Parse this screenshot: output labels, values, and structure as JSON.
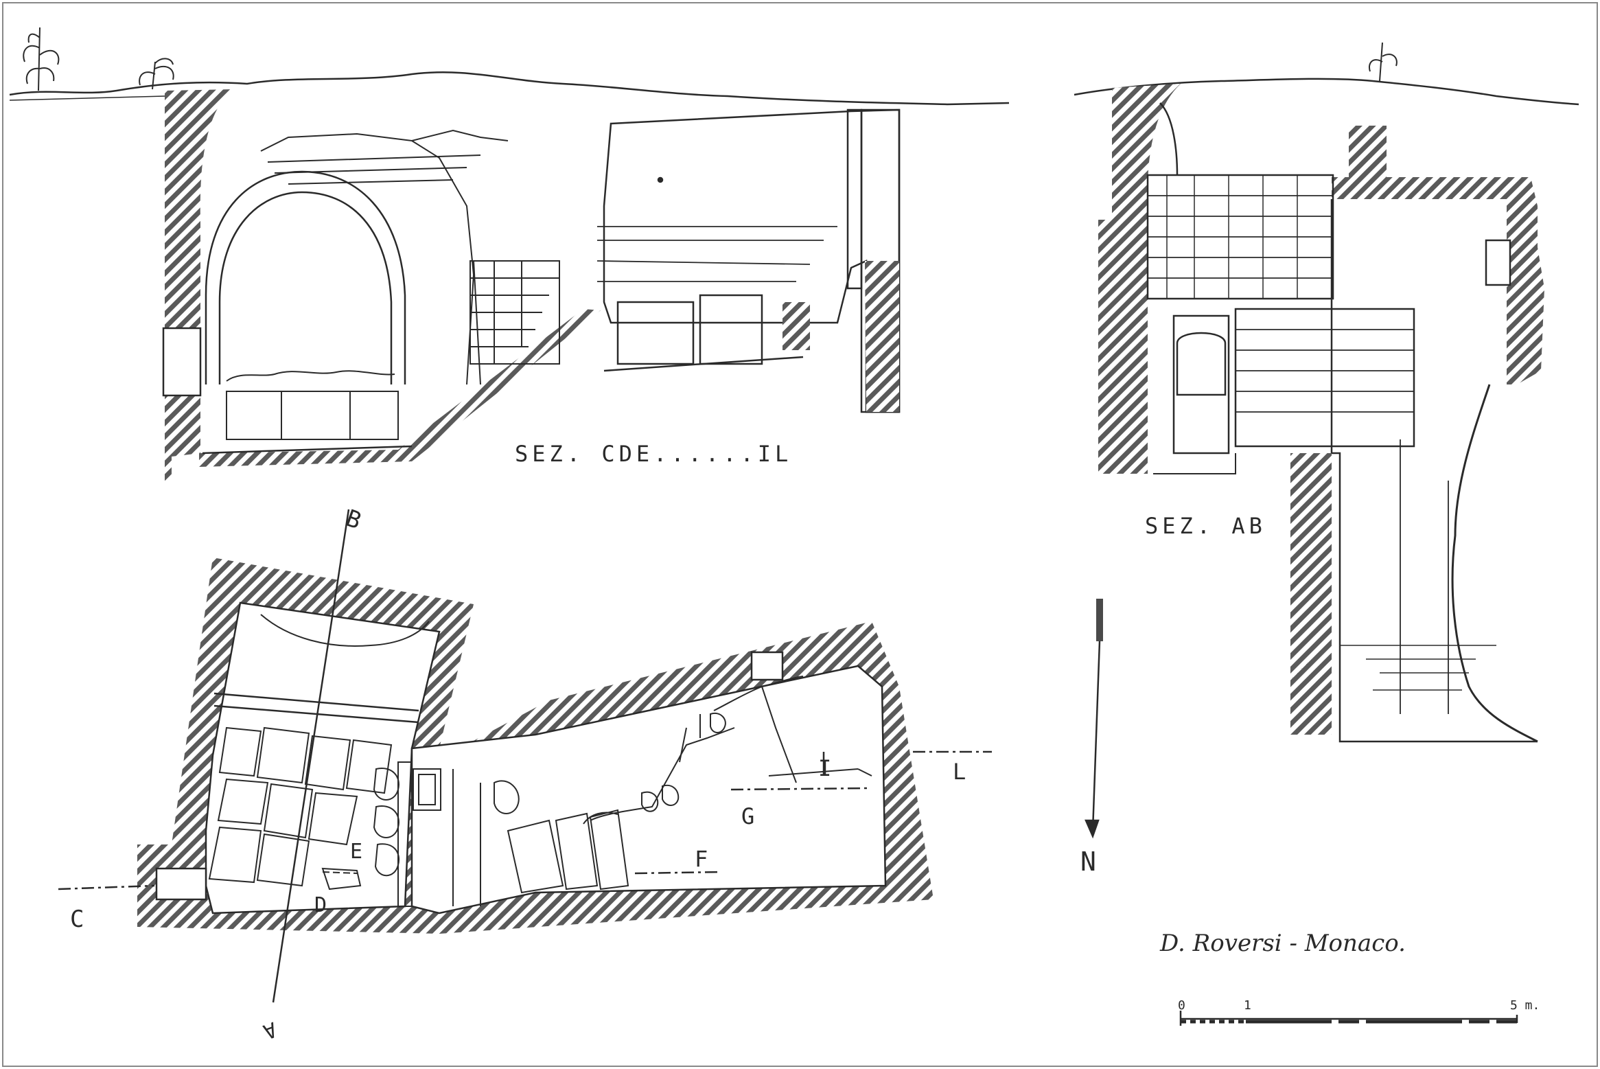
{
  "drawing": {
    "section_cde_label": "SEZ. CDE......IL",
    "section_ab_label": "SEZ. AB",
    "plan_points": {
      "A": "A",
      "B": "B",
      "C": "C",
      "D": "D",
      "E": "E",
      "F": "F",
      "G": "G",
      "I": "I",
      "L": "L"
    },
    "north_label": "N",
    "signature": "D. Roversi - Monaco.",
    "scale": {
      "start": "0",
      "mid": "1",
      "end": "5 m."
    }
  },
  "colors": {
    "ink": "#2a2a2a",
    "hatch_fill": "#6e6e6e",
    "paper": "#ffffff"
  }
}
